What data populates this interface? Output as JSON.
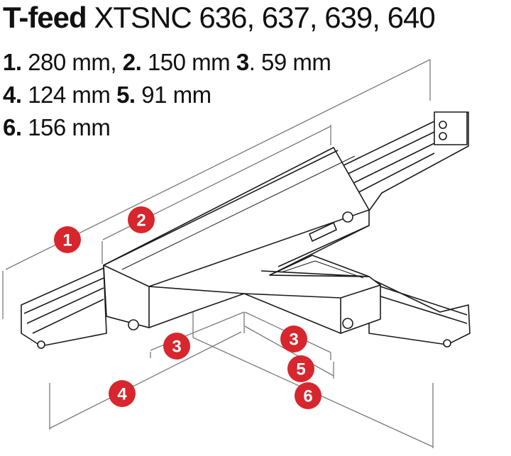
{
  "title": {
    "bold": "T-feed",
    "rest": " XTSNC 636, 637, 639, 640"
  },
  "specs": [
    [
      {
        "num": "1.",
        "text": " 280 mm,"
      },
      {
        "num": "2.",
        "text": " 150 mm"
      },
      {
        "num": "3",
        "text": ". 59 mm"
      }
    ],
    [
      {
        "num": "4.",
        "text": " 124 mm"
      },
      {
        "num": "5.",
        "text": " 91 mm"
      }
    ],
    [
      {
        "num": "6.",
        "text": " 156 mm"
      }
    ]
  ],
  "callouts": [
    "1",
    "2",
    "3",
    "3",
    "5",
    "4",
    "6"
  ],
  "colors": {
    "badge": "#d7262d",
    "outline": "#1a1a1a",
    "dimension_line": "#7a7a7a"
  }
}
